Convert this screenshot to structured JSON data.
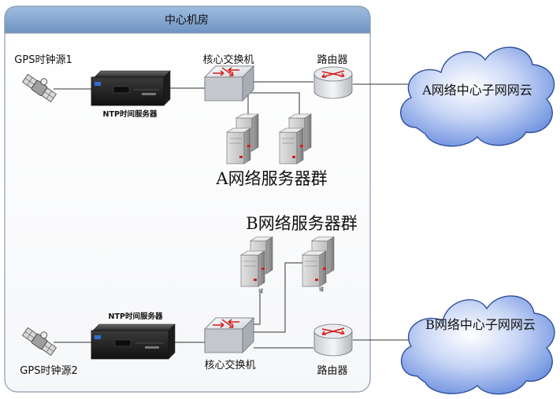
{
  "room": {
    "title": "中心机房"
  },
  "top": {
    "gps_label": "GPS时钟源1",
    "ntp_label": "NTP时间服务器",
    "switch_label": "核心交换机",
    "router_label": "路由器",
    "cloud_label": "A网络中心子网网云",
    "cluster_label": "A网络服务器群"
  },
  "bottom": {
    "gps_label": "GPS时钟源2",
    "ntp_label": "NTP时间服务器",
    "switch_label": "核心交换机",
    "router_label": "路由器",
    "cloud_label": "B网络中心子网网云",
    "cluster_label": "B网络服务器群",
    "server_tag": "域"
  },
  "colors": {
    "room_header": "#7da1cc",
    "room_border": "#8a9bb0",
    "link": "#333333",
    "cloud_fill": "#7fa0e6",
    "router_accent": "#d42020"
  },
  "icons": [
    "satellite-icon",
    "ntp-server-icon",
    "switch-icon",
    "router-icon",
    "server-icon",
    "cloud-icon"
  ]
}
